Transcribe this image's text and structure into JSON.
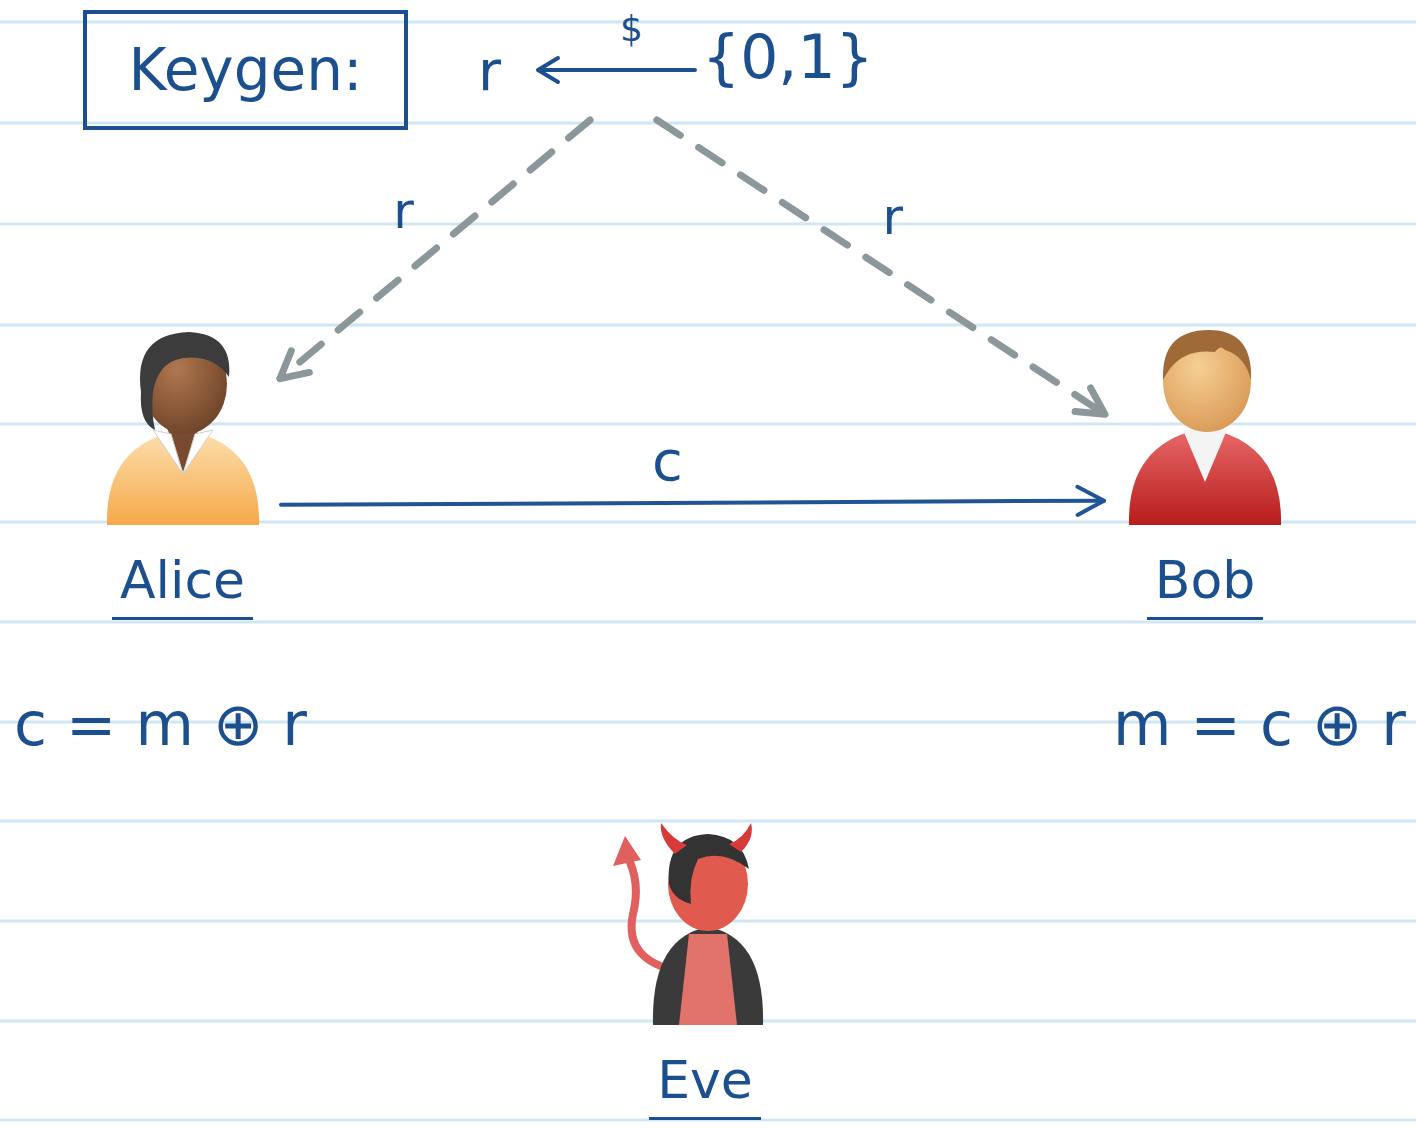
{
  "diagram": {
    "nodes": [
      {
        "text": [
          "Keygen:"
        ]
      },
      {
        "text": [
          "r",
          "$",
          "{0,1}"
        ]
      },
      {
        "text": [
          "Alice"
        ]
      },
      {
        "text": [
          "Bob"
        ]
      },
      {
        "text": [
          "Eve"
        ]
      }
    ],
    "edges": [
      {
        "from": 1,
        "to": 2,
        "arrow": "to",
        "label": "r"
      },
      {
        "from": 1,
        "to": 3,
        "arrow": "to",
        "label": "r"
      },
      {
        "from": 2,
        "to": 3,
        "arrow": "to",
        "label": "c"
      }
    ],
    "labels": [
      "c = m ⊕ r",
      "m = c ⊕ r"
    ]
  }
}
